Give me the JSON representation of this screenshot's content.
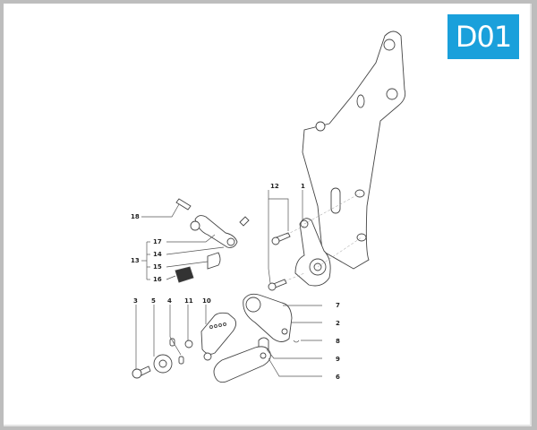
{
  "badge": {
    "code": "D01",
    "color": "#1aa0db"
  },
  "frame": {
    "border_color": "#bdbdbd",
    "background": "#ffffff"
  },
  "labels": [
    {
      "id": "1",
      "text": "1"
    },
    {
      "id": "2",
      "text": "2"
    },
    {
      "id": "3",
      "text": "3"
    },
    {
      "id": "4",
      "text": "4"
    },
    {
      "id": "5",
      "text": "5"
    },
    {
      "id": "6",
      "text": "6"
    },
    {
      "id": "7",
      "text": "7"
    },
    {
      "id": "8",
      "text": "8"
    },
    {
      "id": "9",
      "text": "9"
    },
    {
      "id": "10",
      "text": "10"
    },
    {
      "id": "11",
      "text": "11"
    },
    {
      "id": "12",
      "text": "12"
    },
    {
      "id": "13",
      "text": "13"
    },
    {
      "id": "14",
      "text": "14"
    },
    {
      "id": "15",
      "text": "15"
    },
    {
      "id": "16",
      "text": "16"
    },
    {
      "id": "17",
      "text": "17"
    },
    {
      "id": "18",
      "text": "18"
    }
  ]
}
